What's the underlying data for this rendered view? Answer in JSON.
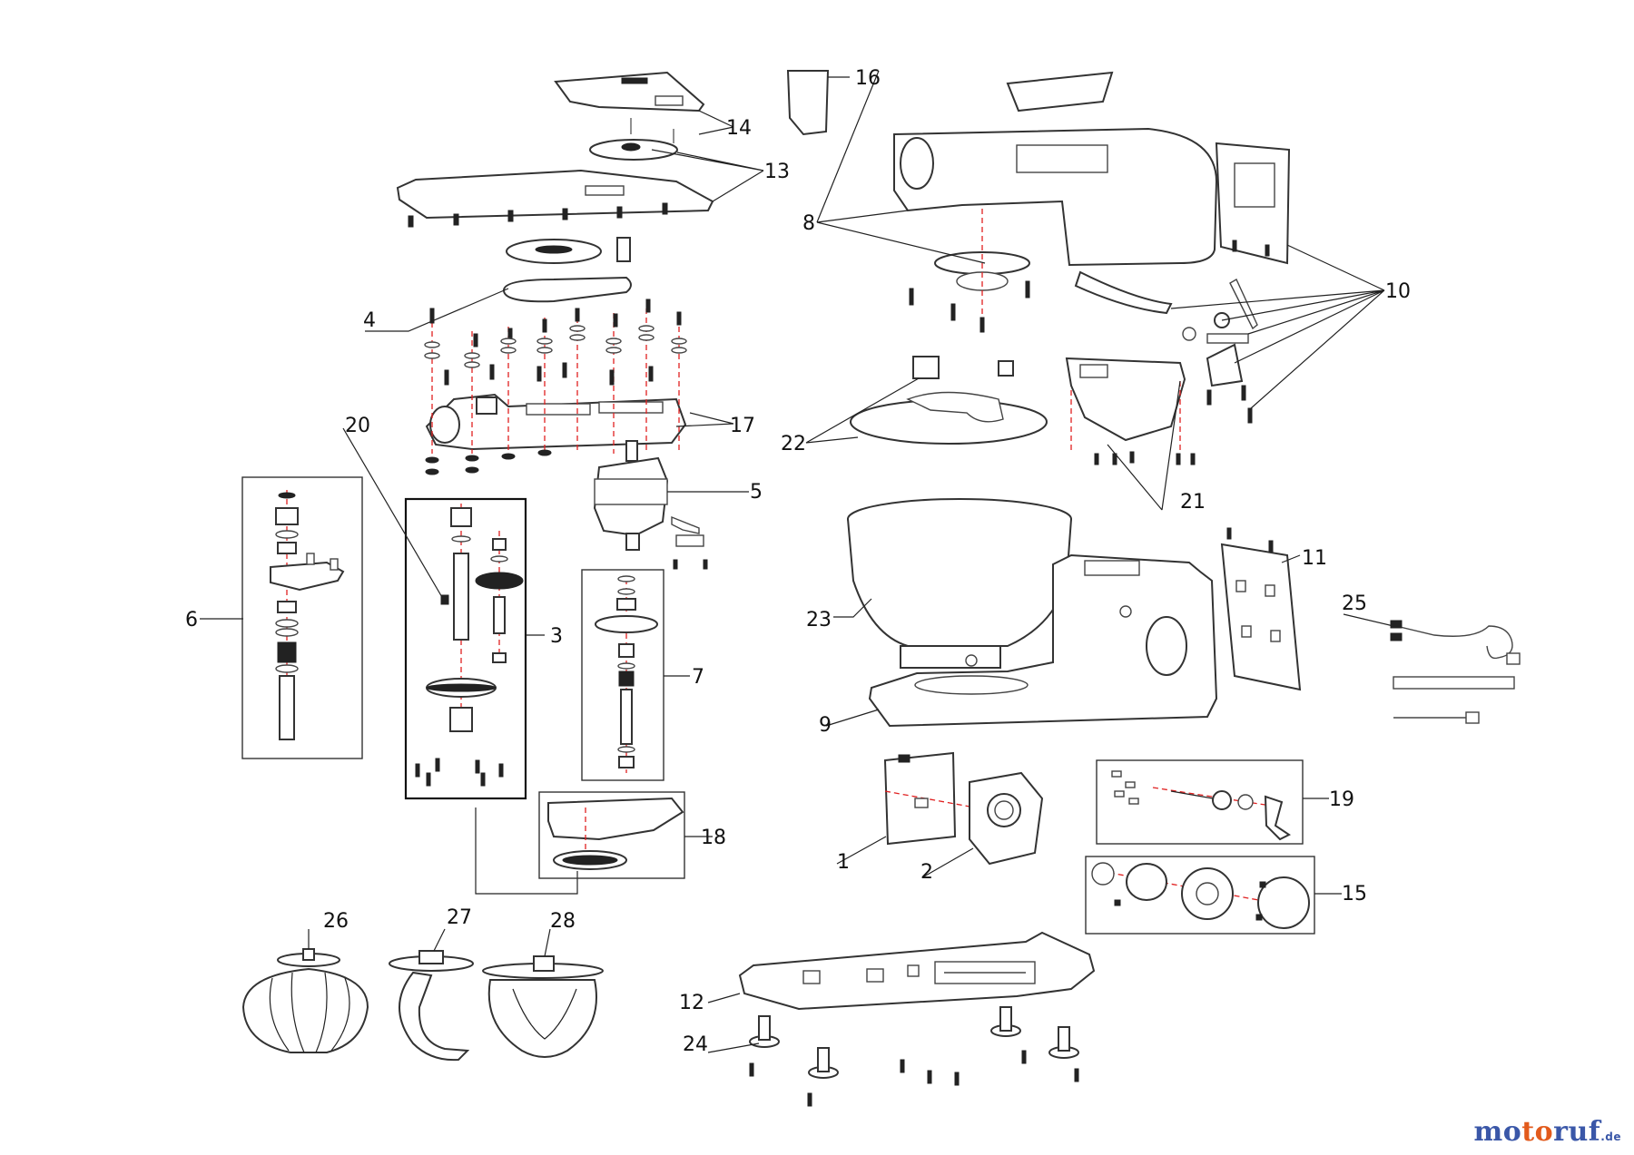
{
  "callouts": {
    "c1": "1",
    "c2": "2",
    "c3": "3",
    "c4": "4",
    "c5": "5",
    "c6": "6",
    "c7": "7",
    "c8": "8",
    "c9": "9",
    "c10": "10",
    "c11": "11",
    "c12": "12",
    "c13": "13",
    "c14": "14",
    "c15": "15",
    "c16": "16",
    "c17": "17",
    "c18": "18",
    "c19": "19",
    "c20": "20",
    "c21": "21",
    "c22": "22",
    "c23": "23",
    "c24": "24",
    "c25": "25",
    "c26": "26",
    "c27": "27",
    "c28": "28"
  },
  "brand": {
    "part1": "mo",
    "part2": "to",
    "part3": "ruf",
    "tld": ".de"
  },
  "colors": {
    "ink": "#222222",
    "axis": "#e02020",
    "brand_blue": "#3a57a8",
    "brand_orange": "#e25a1c"
  }
}
